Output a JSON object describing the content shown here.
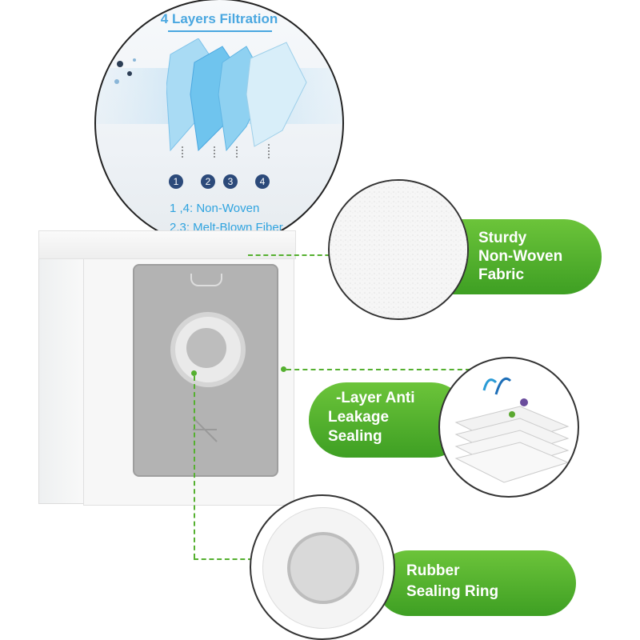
{
  "filtration": {
    "title": "4 Layers Filtration",
    "layers": [
      "1",
      "2",
      "3",
      "4"
    ],
    "legend_1": "1 ,4: Non-Woven",
    "legend_2": "2,3: Melt-Blown Fiber"
  },
  "callouts": {
    "fabric": {
      "line1": "Sturdy",
      "line2": "Non-Woven",
      "line3": "Fabric"
    },
    "leakage": {
      "line1": "-Layer Anti",
      "line2": "Leakage",
      "line3": "Sealing"
    },
    "ring": {
      "line1": "Rubber",
      "line2": "Sealing Ring"
    }
  },
  "colors": {
    "accent_green": "#4aa82c",
    "title_blue": "#4aa7e0",
    "layer_badge": "#2c4a7a"
  }
}
